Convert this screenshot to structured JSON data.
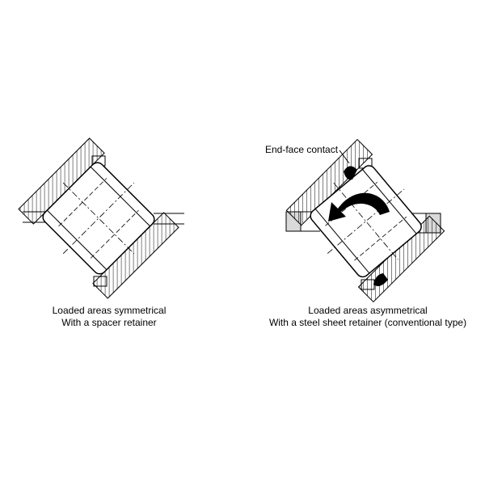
{
  "left_diagram": {
    "caption_line1": "Loaded areas symmetrical",
    "caption_line2": "With a spacer retainer"
  },
  "right_diagram": {
    "callout": "End-face contact",
    "caption_line1": "Loaded areas asymmetrical",
    "caption_line2": "With a steel sheet retainer (conventional type)"
  },
  "colors": {
    "line": "#000000",
    "hatch": "#000000",
    "contact_fill": "#000000",
    "housing_fill": "#d9d9d9"
  }
}
